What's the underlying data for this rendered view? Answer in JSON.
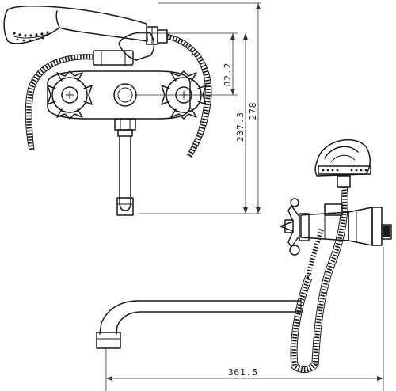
{
  "dimensions": {
    "handle_offset": "82.2",
    "spout_height": "237.3",
    "overall_height": "278",
    "spout_length": "361.5"
  }
}
